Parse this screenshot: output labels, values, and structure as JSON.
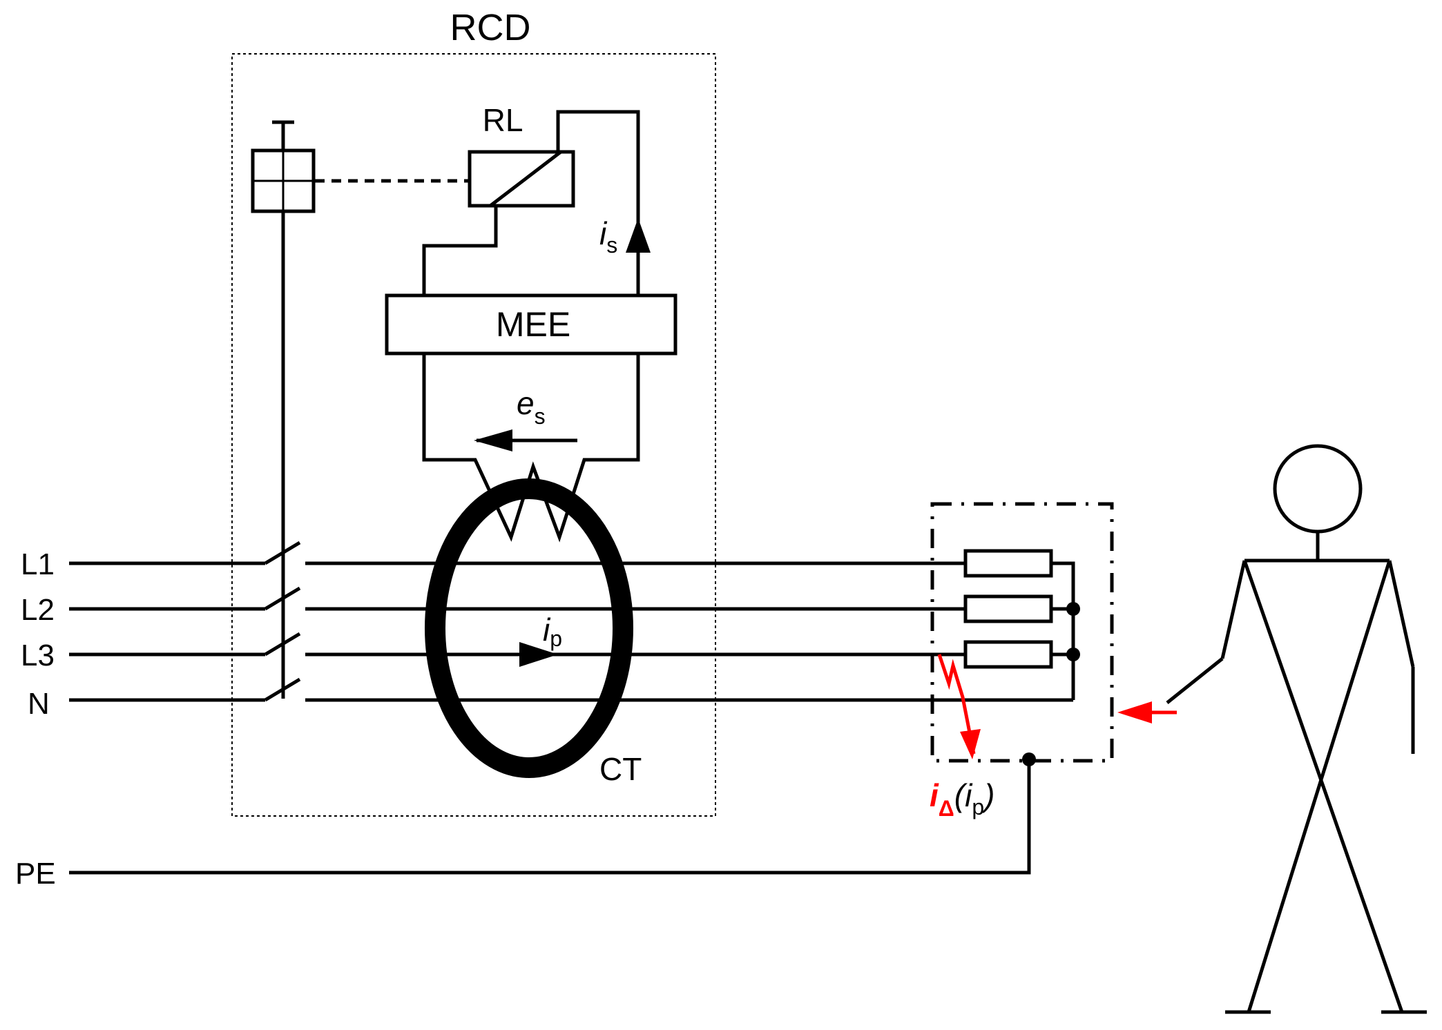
{
  "diagram": {
    "device_label": "RCD",
    "relay_label": "RL",
    "electronics_label": "MEE",
    "transformer_label": "CT",
    "secondary_current": {
      "symbol": "i",
      "subscript": "s"
    },
    "secondary_voltage": {
      "symbol": "e",
      "subscript": "s"
    },
    "primary_current": {
      "symbol": "i",
      "subscript": "p"
    },
    "fault_current": {
      "symbol": "i",
      "subscript": "Δ",
      "paren_symbol": "i",
      "paren_subscript": "p"
    },
    "conductors": [
      "L1",
      "L2",
      "L3",
      "N"
    ],
    "protective_earth_label": "PE"
  },
  "colors": {
    "line": "#000000",
    "fault": "#ff0000",
    "background": "#ffffff"
  }
}
